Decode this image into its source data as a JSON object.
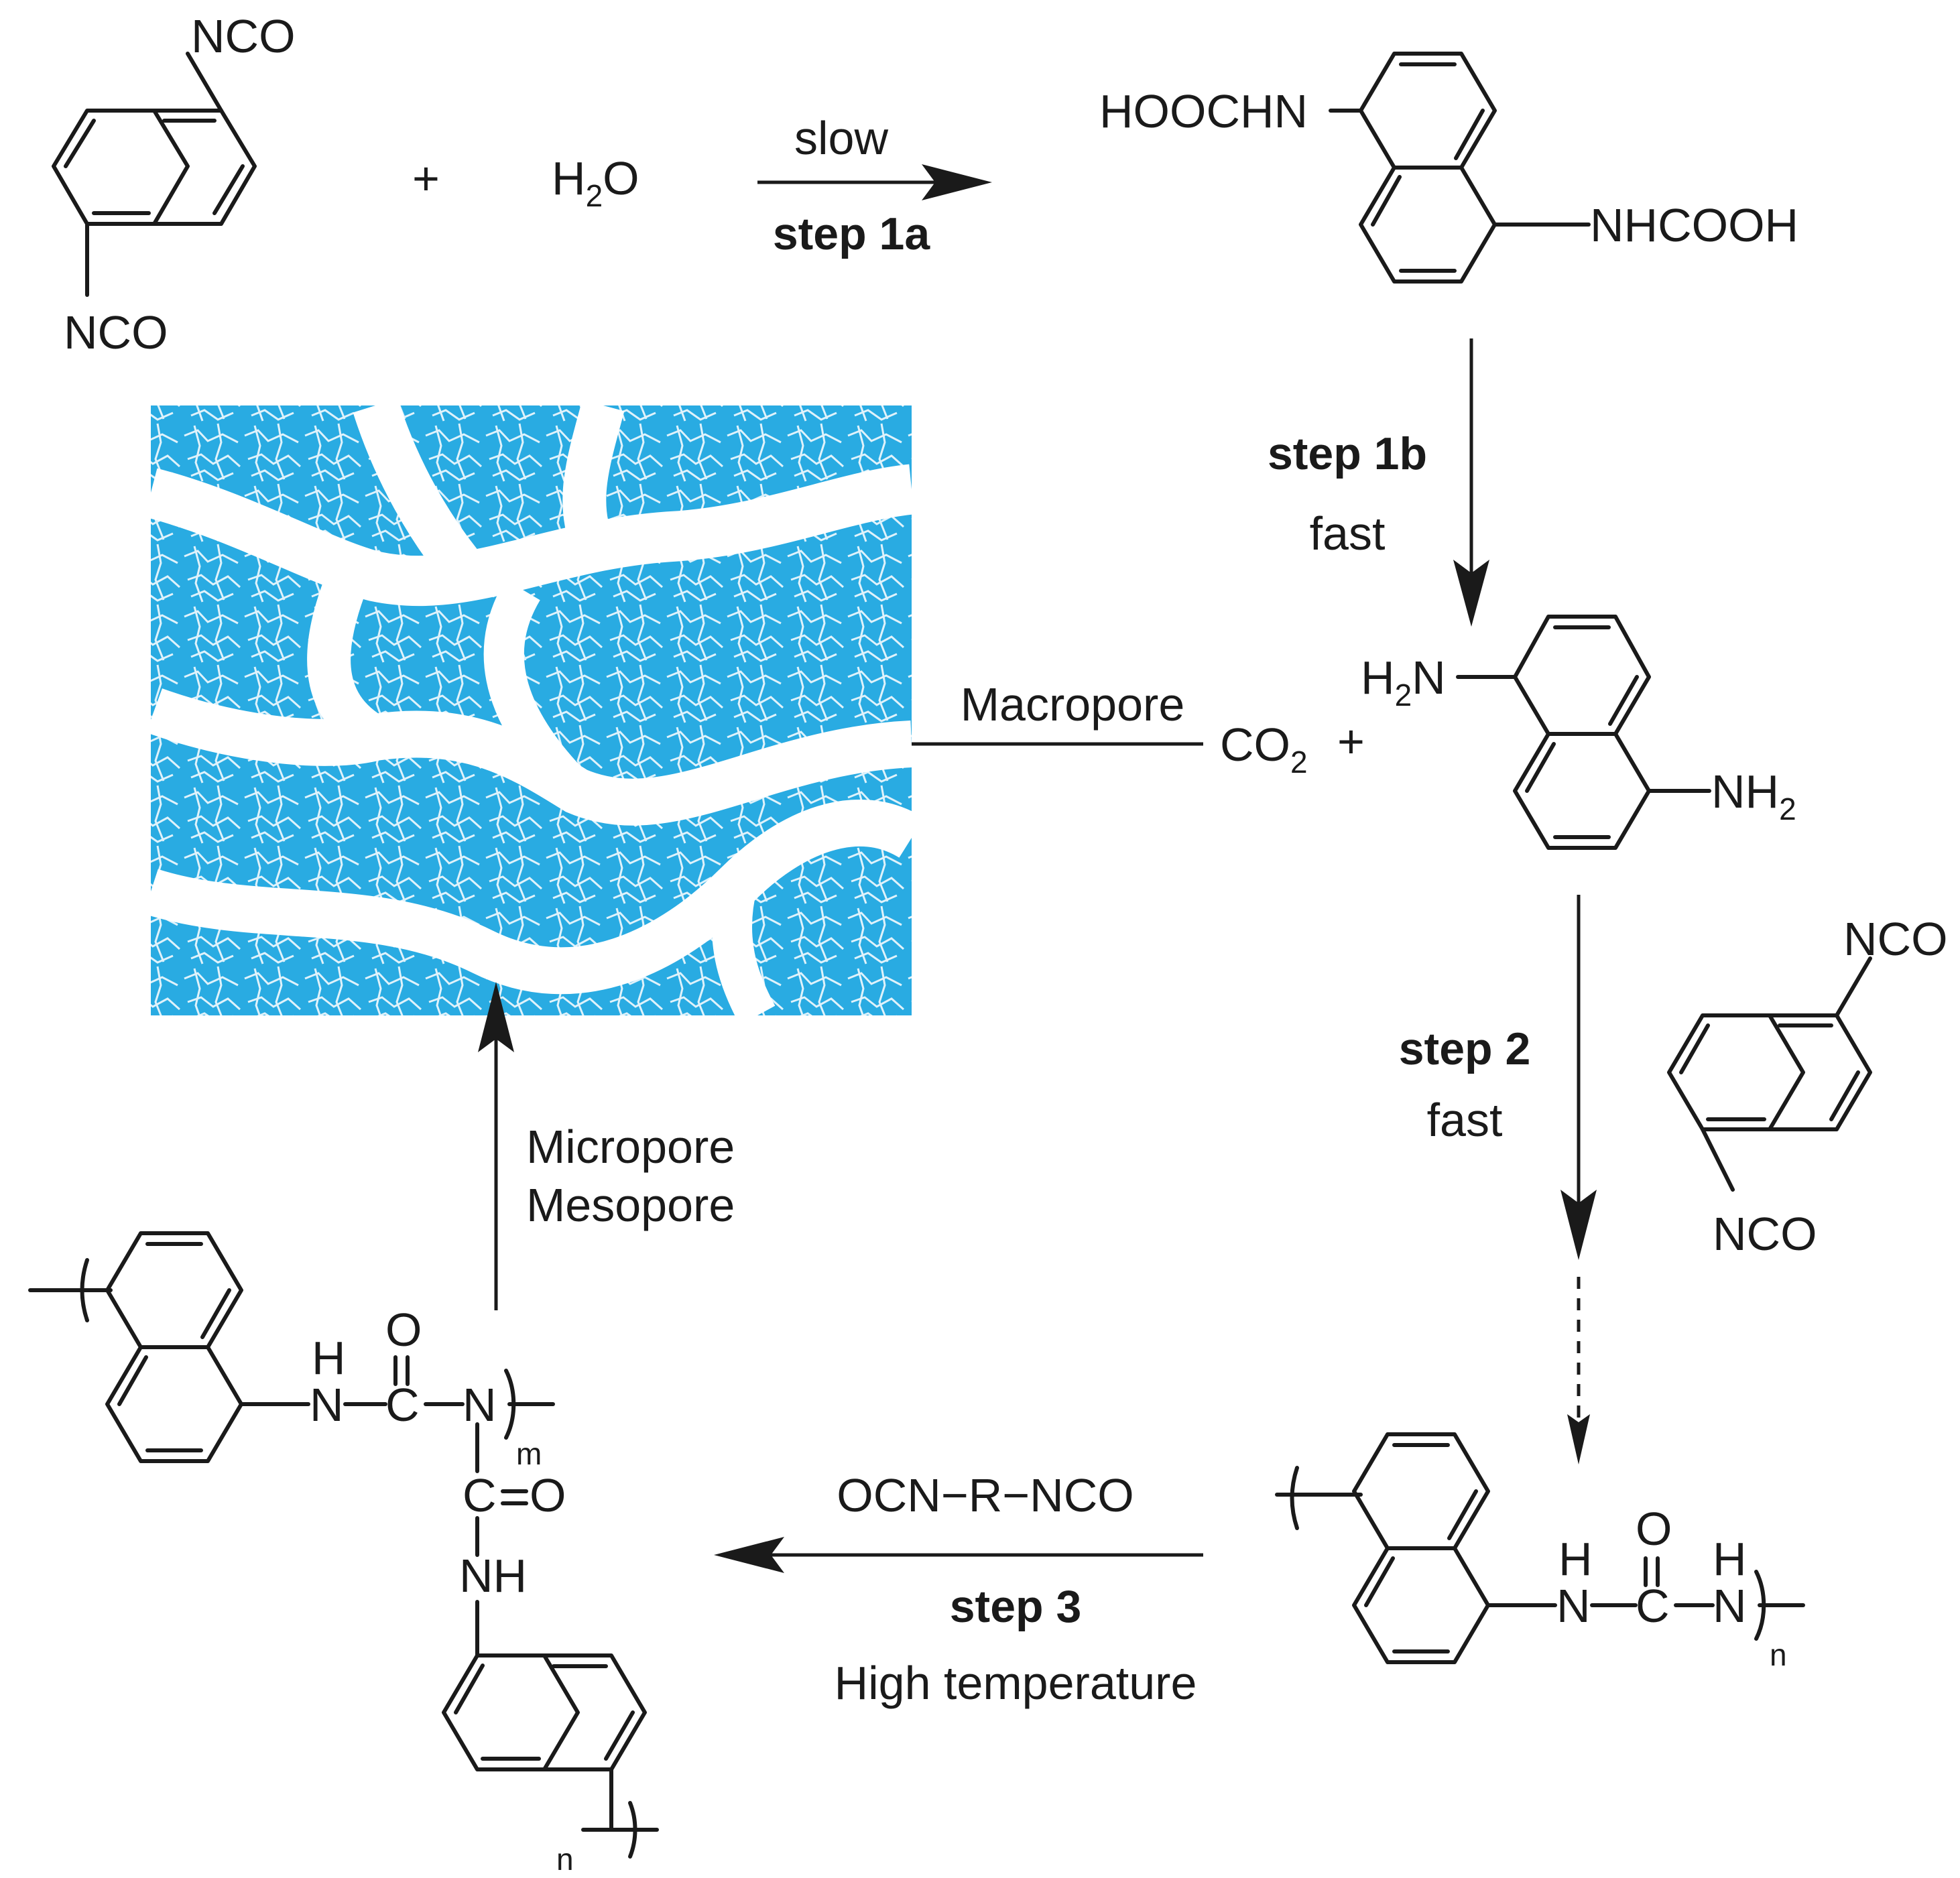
{
  "groups": {
    "nco": "NCO",
    "hoochn": "HOOCHN",
    "nhcooh": "NHCOOH",
    "h2n_main": "H",
    "h2n_sub": "2",
    "h2n_tail": "N",
    "nh2_main": "NH",
    "nh2_sub": "2",
    "plus": "+",
    "h2o_h": "H",
    "h2o_sub": "2",
    "h2o_o": "O",
    "co2_co": "CO",
    "co2_sub": "2"
  },
  "steps": {
    "s1a_cond": "slow",
    "s1a_name": "step 1a",
    "s1b_name": "step 1b",
    "s1b_cond": "fast",
    "s2_name": "step 2",
    "s2_cond": "fast",
    "s3_reagent": "OCN−R−NCO",
    "s3_name": "step 3",
    "s3_cond": "High temperature"
  },
  "pores": {
    "macro": "Macropore",
    "micro": "Micropore",
    "meso": "Mesopore"
  },
  "polymer": {
    "H": "H",
    "O": "O",
    "N": "N",
    "C": "C",
    "NH": "NH",
    "m": "m",
    "n": "n",
    "urea_chain": "N–C–N",
    "carbonyl": "C=O"
  },
  "colors": {
    "pore_fill": "#29abe2",
    "pore_channel": "#ffffff",
    "ink": "#1a1a1a"
  }
}
